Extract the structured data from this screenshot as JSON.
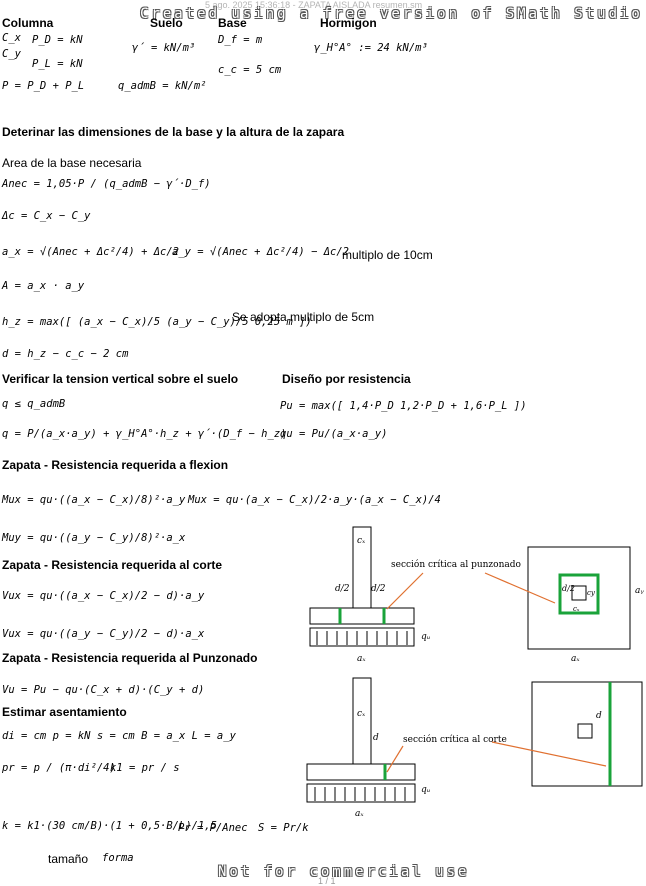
{
  "header": {
    "timestamp": "5 ago. 2025 15:36:18 - ZAPATA AISLADA resumen.sm",
    "watermark_top": "Created using a free version of SMath Studio"
  },
  "top": {
    "col_columna": "Columna",
    "col_suelo": "Suelo",
    "col_base": "Base",
    "col_hormigon": "Hormigon",
    "cx": "C_x",
    "cy": "C_y",
    "pd": "P_D = kN",
    "pl": "P_L = kN",
    "p": "P = P_D + P_L",
    "gamma_s": "γ´ = kN/m³",
    "qadm": "q_admB = kN/m²",
    "df": "D_f = m",
    "cc": "c_c = 5 cm",
    "gamma_h": "γ_H°A° := 24 kN/m³"
  },
  "s1": {
    "title": "Deterinar las dimensiones de la base y la altura de la zapara",
    "sub": "Area de la base necesaria",
    "anec": "Anec = 1,05·P / (q_admB − γ´·D_f)",
    "dc": "Δc = C_x − C_y",
    "ax": "a_x = √(Anec + Δc²/4) + Δc/2",
    "ay": "a_y = √(Anec + Δc²/4) − Δc/2",
    "note1": "multiplo de 10cm",
    "A": "A = a_x · a_y",
    "hz": "h_z = max([ (a_x − C_x)/5   (a_y − C_y)/5   0,25 m ])",
    "note2": "Se adopta multiplo de 5cm",
    "d": "d = h_z − c_c − 2 cm"
  },
  "s2": {
    "title": "Verificar la tension vertical sobre el suelo",
    "q1": "q ≤ q_admB",
    "q2": "q = P/(a_x·a_y) + γ_H°A°·h_z + γ´·(D_f − h_z)",
    "title_r": "Diseño por resistencia",
    "pu": "Pu = max([ 1,4·P_D   1,2·P_D + 1,6·P_L ])",
    "qu": "qu = Pu/(a_x·a_y)"
  },
  "s3": {
    "title": "Zapata - Resistencia requerida a flexion",
    "mux": "Mux = qu·((a_x − C_x)/8)²·a_y",
    "mux2": "Mux = qu·(a_x − C_x)/2·a_y·(a_x − C_x)/4",
    "muy": "Muy = qu·((a_y − C_y)/8)²·a_x"
  },
  "s4": {
    "title": "Zapata - Resistencia requerida al corte",
    "vux1": "Vux = qu·((a_x − C_x)/2 − d)·a_y",
    "vux2": "Vux = qu·((a_y − C_y)/2 − d)·a_x"
  },
  "s5": {
    "title": "Zapata - Resistencia requerida al Punzonado",
    "vu": "Vu = Pu − qu·(C_x + d)·(C_y + d)"
  },
  "s6": {
    "title": "Estimar asentamiento",
    "defs": "di = cm   p = kN   s = cm   B = a_x   L = a_y",
    "pr": "pr = p / (π·di²/4)",
    "k1": "k1 = pr / s",
    "k": "k = k1·(30 cm/B)·(1 + 0,5·B/L)/1,5",
    "Pr": "Pr = P/Anec",
    "S": "S = Pr/k",
    "tam": "tamaño",
    "forma": "forma"
  },
  "diagrams": {
    "d1": {
      "cx": "cₓ",
      "d2a": "d/2",
      "d2b": "d/2",
      "label": "sección crítica al punzonado",
      "qu": "qᵤ",
      "ax": "aₓ"
    },
    "d2": {
      "d2": "d/2",
      "cy": "cy",
      "cx": "cₓ",
      "ay": "aᵧ",
      "ax": "aₓ"
    },
    "d3": {
      "cx": "cₓ",
      "d": "d",
      "label": "sección crítica al corte",
      "qu": "qᵤ",
      "ax": "aₓ"
    },
    "d4": {
      "d": "d"
    }
  },
  "footer": {
    "watermark": "Not for commercial use",
    "page": "1 / 1"
  }
}
